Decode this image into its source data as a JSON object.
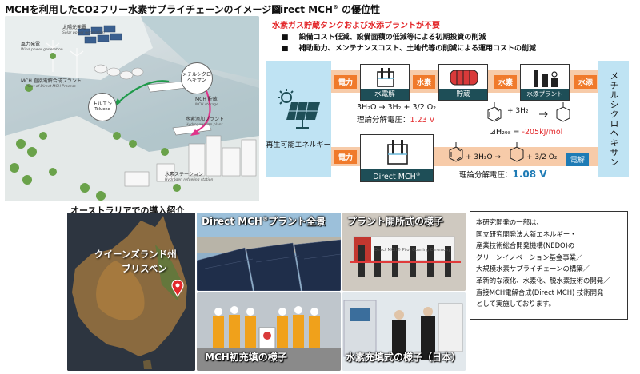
{
  "left_title": "MCHを利用したCO2フリー水素サプライチェーンのイメージ図",
  "illustration": {
    "labels": {
      "solar": "太陽光発電",
      "solar_en": "Solar power generation",
      "wind": "風力発電",
      "wind_en": "Wind power generation",
      "mch_plant": "MCH 直接電解合成プラント",
      "mch_plant_en": "Plant of Direct MCH Process",
      "toluene": "トルエン",
      "toluene_en": "Toluene",
      "mcH_bubble_1": "メチルシクロ",
      "mcH_bubble_2": "ヘキサン",
      "mch_store": "MCH 貯蔵",
      "mch_store_en": "MCH storage",
      "h2_plant": "水素添加プラント",
      "h2_plant_en": "Hydrogenation plant",
      "h2_station": "水素ステーション",
      "h2_station_en": "Hydrogen refueling station"
    }
  },
  "right_title": "Direct MCH",
  "right_title_sup": "®",
  "right_title_suffix": " の優位性",
  "advantage_red": "水素ガス貯蔵タンクおよび水添プラントが不要",
  "bullets": [
    "設備コスト低減、設備面積の低減等による初期投資の削減",
    "補助動力、メンテナンスコスト、土地代等の削減による運用コストの削減"
  ],
  "diagram": {
    "renewable": "再生可能エネルギー",
    "power1": "電力",
    "power2": "電力",
    "electrolysis": "水電解",
    "hydrogen1": "水素",
    "storage": "貯蔵",
    "hydrogen2": "水素",
    "hydro_plant": "水添プラント",
    "hydro_add": "水添",
    "mch_vertical": "メチルシクロヘキサン",
    "eq1": "3H₂O → 3H₂ + 3/2 O₂",
    "eq1_voltage_label": "理論分解電圧：",
    "eq1_voltage": "1.23 V",
    "eq2_delta": "⊿H₂₉₈ = ",
    "eq2_value": "-205kJ/mol",
    "eq2_plus": "+ 3H₂",
    "direct_mch": "Direct MCH",
    "direct_mch_sup": "®",
    "eq3_plus": "+ 3H₂O →",
    "eq3_tail": "+ 3/2 O₂",
    "eq3_voltage_label": "理論分解電圧：",
    "eq3_voltage": "1.08 V",
    "electrolysis_tag": "電解"
  },
  "bottom_title": "オーストラリアでの導入紹介",
  "map": {
    "label_state": "クイーンズランド州",
    "label_city": "ブリスベン"
  },
  "photos": {
    "plant_view": "Direct MCH",
    "plant_view_sup": "®",
    "plant_view_suffix": "プラント全景",
    "opening": "プラント開所式の様子",
    "first_fill": "MCH初充填の様子",
    "h2_fill": "水素充填式の様子（日本）",
    "banner_text": "Direct MCH® Pilot Opening Ceremony"
  },
  "note_lines": [
    "本研究開発の一部は、",
    "国立研究開発法人新エネルギー・",
    "産業技術総合開発機構(NEDO)の",
    "グリーンイノベーション基金事業／",
    "大規模水素サプライチェーンの構築／",
    "革新的な液化、水素化、脱水素技術の開発／",
    "直接MCH電解合成(Direct MCH) 技術開発",
    "として実施しております。"
  ],
  "colors": {
    "arrow_orange": "#f07a2b",
    "band_peach": "#f7cba9",
    "panel_blue": "#bfe3f3",
    "label_teal": "#1e4e57",
    "red": "#e3272a",
    "green_arrow": "#1f9a4a",
    "pink_arrow": "#e0338a"
  },
  "icons": [
    "solar-panel-icon",
    "electrolyzer-icon",
    "storage-tank-icon",
    "hydrogenation-plant-icon",
    "map-pin-icon"
  ]
}
